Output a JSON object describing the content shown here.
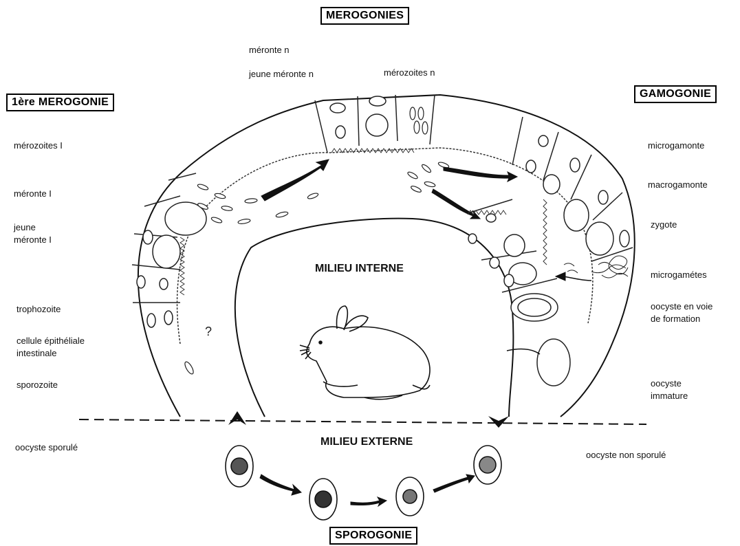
{
  "titles": {
    "merogonies": "MEROGONIES",
    "premiere_merogonie": "1ère MEROGONIE",
    "gamogonie": "GAMOGONIE",
    "sporogonie": "SPOROGONIE"
  },
  "milieux": {
    "interne": "MILIEU INTERNE",
    "externe": "MILIEU EXTERNE"
  },
  "labels_top": {
    "meronte_n": "méronte n",
    "jeune_meronte_n": "jeune méronte n",
    "merozoites_n": "mérozoites n"
  },
  "labels_left": {
    "merozoites_I": "mérozoites I",
    "meronte_I": "méronte I",
    "jeune_meronte_I_line1": "jeune",
    "jeune_meronte_I_line2": "méronte I",
    "trophozoite": "trophozoite",
    "cellule_line1": "cellule épithéliale",
    "cellule_line2": "intestinale",
    "sporozoite": "sporozoite",
    "oocyste_sporule": "oocyste sporulé"
  },
  "labels_right": {
    "microgamonte": "microgamonte",
    "macrogamonte": "macrogamonte",
    "zygote": "zygote",
    "microgametes": "microgamétes",
    "oocyste_formation_line1": "oocyste en voie",
    "oocyste_formation_line2": "de formation",
    "oocyste_immature_line1": "oocyste",
    "oocyste_immature_line2": "immature",
    "oocyste_non_sporule": "oocyste non sporulé"
  },
  "question_mark": "?"
}
